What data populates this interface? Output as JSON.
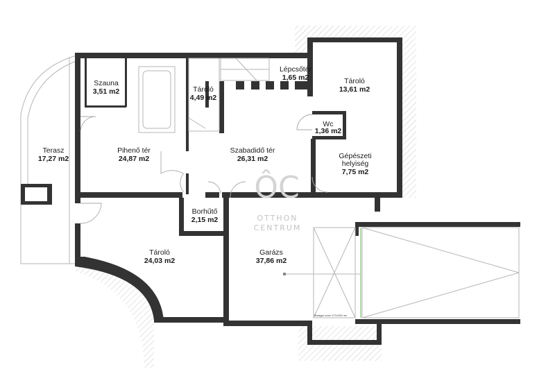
{
  "rooms": {
    "szauna": {
      "name": "Szauna",
      "area": "3,51 m2"
    },
    "tarolo_small": {
      "name": "Tároló",
      "area": "4,49 m2"
    },
    "lepcsoter": {
      "name": "Lépcsőtér",
      "area": "1,65 m2"
    },
    "tarolo_right": {
      "name": "Tároló",
      "area": "13,61 m2"
    },
    "wc": {
      "name": "Wc",
      "area": "1,36 m2"
    },
    "pihenoter": {
      "name": "Pihenő tér",
      "area": "24,87 m2"
    },
    "szabadidoter": {
      "name": "Szabadidő tér",
      "area": "26,31 m2"
    },
    "gepeszeti": {
      "name": "Gépészeti",
      "name2": "helyiség",
      "area": "7,75 m2"
    },
    "terasz": {
      "name": "Terasz",
      "area": "17,27 m2"
    },
    "borhuto": {
      "name": "Borhűtő",
      "area": "2,15 m2"
    },
    "tarolo_bottom": {
      "name": "Tároló",
      "area": "24,03 m2"
    },
    "garazs": {
      "name": "Garázs",
      "area": "37,86 m2"
    }
  },
  "watermark": {
    "logo": "ÔC",
    "line1": "OTTHON",
    "line2": "CENTRUM"
  },
  "garage_note": "Ñkaaljgas nvoztt: 4770x2000 mm",
  "colors": {
    "wall": "#333333",
    "hatch": "#c8c8c8",
    "watermark": "#c4c4c4",
    "thin_line": "#b5b5b5"
  }
}
